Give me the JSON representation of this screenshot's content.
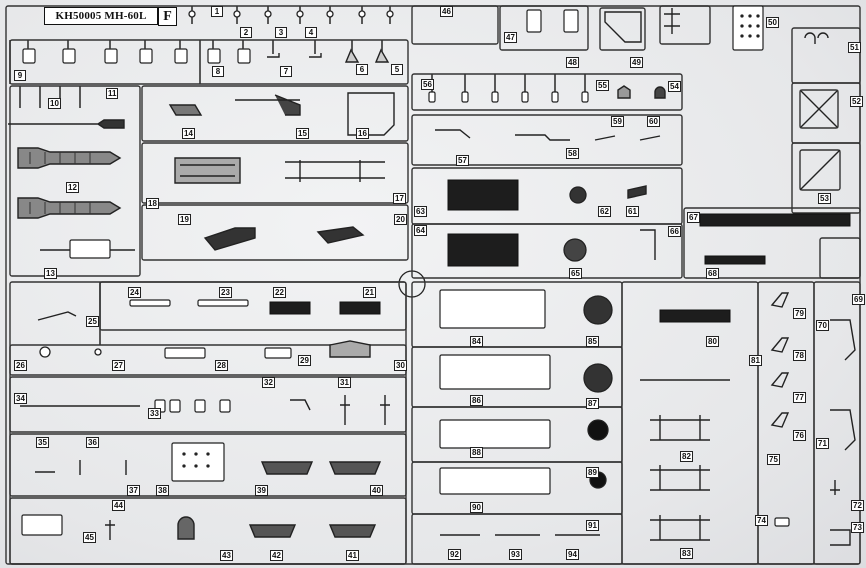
{
  "sheet": {
    "code": "KH50005 MH-60L",
    "letter": "F"
  },
  "parts": [
    "1",
    "2",
    "3",
    "4",
    "5",
    "6",
    "7",
    "8",
    "9",
    "10",
    "11",
    "12",
    "13",
    "14",
    "15",
    "16",
    "17",
    "18",
    "19",
    "20",
    "21",
    "22",
    "23",
    "24",
    "25",
    "26",
    "27",
    "28",
    "29",
    "30",
    "31",
    "32",
    "33",
    "34",
    "35",
    "36",
    "37",
    "38",
    "39",
    "40",
    "41",
    "42",
    "43",
    "44",
    "45",
    "46",
    "47",
    "48",
    "49",
    "50",
    "51",
    "52",
    "53",
    "54",
    "55",
    "56",
    "57",
    "58",
    "59",
    "60",
    "61",
    "62",
    "63",
    "64",
    "65",
    "66",
    "67",
    "68",
    "69",
    "70",
    "71",
    "72",
    "73",
    "74",
    "75",
    "76",
    "77",
    "78",
    "79",
    "80",
    "81",
    "82",
    "83",
    "84",
    "85",
    "86",
    "87",
    "88",
    "89",
    "90",
    "91",
    "92",
    "93",
    "94"
  ]
}
